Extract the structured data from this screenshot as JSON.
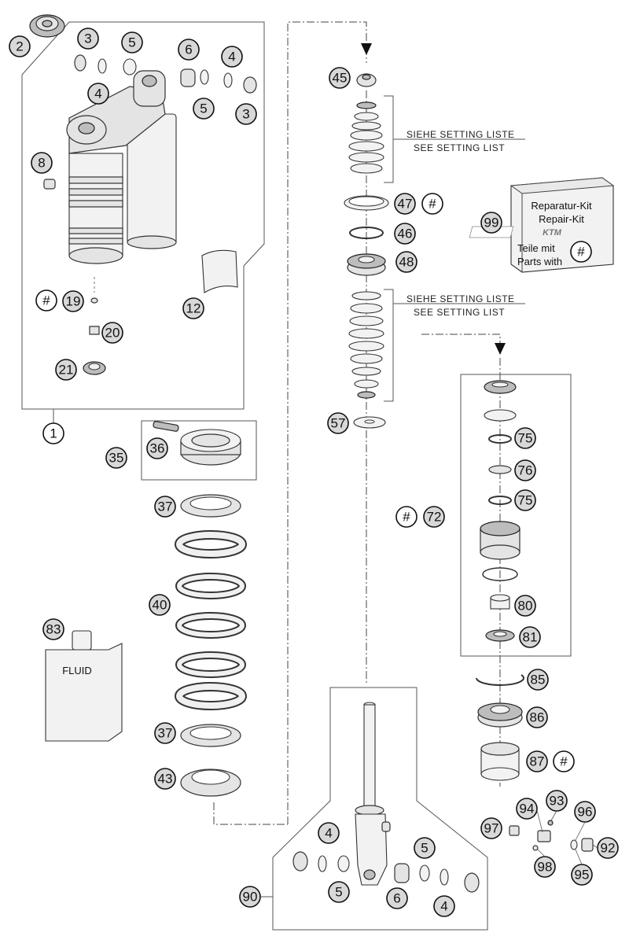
{
  "callouts": [
    {
      "id": "c1",
      "label": "1"
    },
    {
      "id": "c2",
      "label": "2"
    },
    {
      "id": "c3a",
      "label": "3"
    },
    {
      "id": "c3b",
      "label": "3"
    },
    {
      "id": "c4a",
      "label": "4"
    },
    {
      "id": "c4b",
      "label": "4"
    },
    {
      "id": "c4c",
      "label": "4"
    },
    {
      "id": "c4d",
      "label": "4"
    },
    {
      "id": "c5a",
      "label": "5"
    },
    {
      "id": "c5b",
      "label": "5"
    },
    {
      "id": "c5c",
      "label": "5"
    },
    {
      "id": "c5d",
      "label": "5"
    },
    {
      "id": "c6a",
      "label": "6"
    },
    {
      "id": "c6b",
      "label": "6"
    },
    {
      "id": "c8",
      "label": "8"
    },
    {
      "id": "c12",
      "label": "12"
    },
    {
      "id": "c19",
      "label": "19"
    },
    {
      "id": "c20",
      "label": "20"
    },
    {
      "id": "c21",
      "label": "21"
    },
    {
      "id": "c35",
      "label": "35"
    },
    {
      "id": "c36",
      "label": "36"
    },
    {
      "id": "c37a",
      "label": "37"
    },
    {
      "id": "c37b",
      "label": "37"
    },
    {
      "id": "c40",
      "label": "40"
    },
    {
      "id": "c43",
      "label": "43"
    },
    {
      "id": "c45",
      "label": "45"
    },
    {
      "id": "c46",
      "label": "46"
    },
    {
      "id": "c47",
      "label": "47"
    },
    {
      "id": "c48",
      "label": "48"
    },
    {
      "id": "c57",
      "label": "57"
    },
    {
      "id": "c72",
      "label": "72"
    },
    {
      "id": "c75a",
      "label": "75"
    },
    {
      "id": "c75b",
      "label": "75"
    },
    {
      "id": "c76",
      "label": "76"
    },
    {
      "id": "c80",
      "label": "80"
    },
    {
      "id": "c81",
      "label": "81"
    },
    {
      "id": "c83",
      "label": "83"
    },
    {
      "id": "c85",
      "label": "85"
    },
    {
      "id": "c86",
      "label": "86"
    },
    {
      "id": "c87",
      "label": "87"
    },
    {
      "id": "c90",
      "label": "90"
    },
    {
      "id": "c92",
      "label": "92"
    },
    {
      "id": "c93",
      "label": "93"
    },
    {
      "id": "c94",
      "label": "94"
    },
    {
      "id": "c95",
      "label": "95"
    },
    {
      "id": "c96",
      "label": "96"
    },
    {
      "id": "c97",
      "label": "97"
    },
    {
      "id": "c98",
      "label": "98"
    },
    {
      "id": "c99",
      "label": "99"
    },
    {
      "id": "h19",
      "label": "#"
    },
    {
      "id": "h47",
      "label": "#"
    },
    {
      "id": "h72",
      "label": "#"
    },
    {
      "id": "h87",
      "label": "#"
    },
    {
      "id": "h99",
      "label": "#"
    }
  ],
  "setting_notes": {
    "upper_de": "SIEHE SETTING LISTE",
    "upper_en": "SEE SETTING LIST",
    "lower_de": "SIEHE SETTING LISTE",
    "lower_en": "SEE SETTING LIST"
  },
  "repair_kit": {
    "line1": "Reparatur-Kit",
    "line2": "Repair-Kit",
    "line3": "Teile mit",
    "line4": "Parts with",
    "logo": "ktm-logo"
  },
  "fluid_label": "FLUID"
}
